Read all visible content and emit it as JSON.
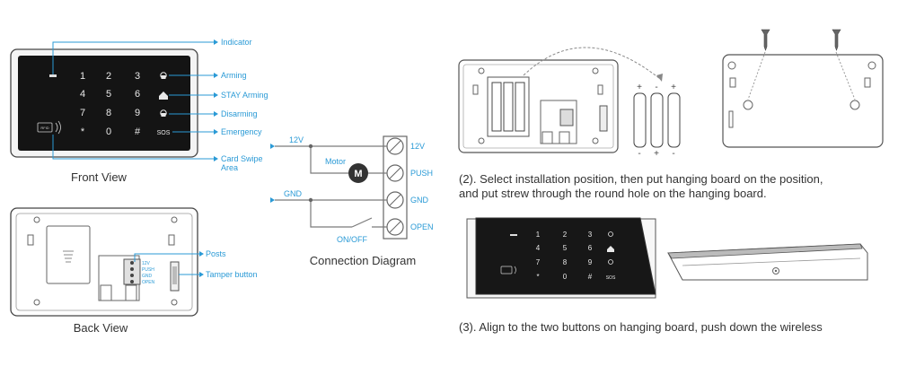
{
  "front_view": {
    "caption": "Front View",
    "keys": [
      "1",
      "2",
      "3",
      "4",
      "5",
      "6",
      "7",
      "8",
      "9",
      "*",
      "0",
      "#"
    ],
    "sos": "SOS",
    "card_text": "RFID",
    "labels": {
      "indicator": "Indicator",
      "arming": "Arming",
      "stay_arming": "STAY Arming",
      "disarming": "Disarming",
      "emergency": "Emergency",
      "card_swipe_1": "Card Swipe",
      "card_swipe_2": "Area"
    }
  },
  "back_view": {
    "caption": "Back View",
    "terminals": [
      "12V",
      "PUSH",
      "GND",
      "OPEN"
    ],
    "labels": {
      "posts": "Posts",
      "tamper": "Tamper button"
    }
  },
  "connection_diagram": {
    "caption": "Connection Diagram",
    "wire_12v": "12V",
    "wire_gnd": "GND",
    "motor_label": "Motor",
    "motor_symbol": "M",
    "switch_label": "ON/OFF",
    "terminals": [
      "12V",
      "PUSH",
      "GND",
      "OPEN"
    ]
  },
  "install": {
    "step2_line1": "(2). Select installation position, then put hanging board on the position,",
    "step2_line2": "and put strew through the round hole on the hanging board.",
    "step3": "(3). Align to the two buttons on hanging board,  push down the wireless",
    "battery_plus": "+",
    "battery_minus": "-",
    "step3_keys": [
      "1",
      "2",
      "3",
      "4",
      "5",
      "6",
      "7",
      "8",
      "9",
      "*",
      "0",
      "#"
    ],
    "step3_sos": "SOS"
  }
}
